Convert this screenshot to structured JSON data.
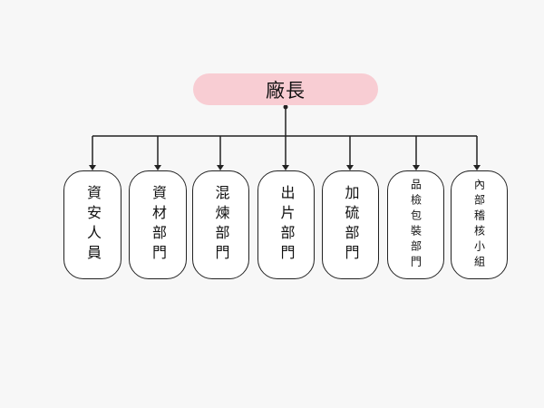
{
  "root": {
    "label": "廠長"
  },
  "departments": [
    {
      "label": "資安人員"
    },
    {
      "label": "資材部門"
    },
    {
      "label": "混煉部門"
    },
    {
      "label": "出片部門"
    },
    {
      "label": "加硫部門"
    },
    {
      "label": "品檢包裝部門"
    },
    {
      "label": "內部稽核小組"
    }
  ],
  "colors": {
    "root_fill": "#f8cdd3",
    "box_fill": "#ffffff",
    "line": "#222222",
    "background": "#f7f7f7"
  }
}
